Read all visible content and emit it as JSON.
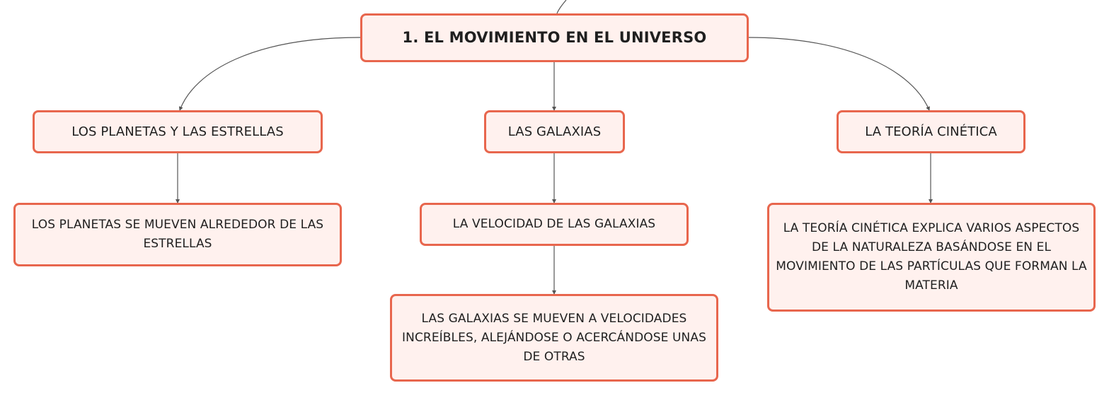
{
  "diagram": {
    "colors": {
      "node_border": "#e8664d",
      "node_fill": "#fff1ee",
      "connector": "#555555",
      "text": "#1f1f1f"
    },
    "root": {
      "label": "1. EL MOVIMIENTO EN EL UNIVERSO"
    },
    "branches": [
      {
        "label": "LOS PLANETAS Y LAS ESTRELLAS",
        "children": [
          {
            "label": "LOS PLANETAS SE MUEVEN ALREDEDOR DE LAS ESTRELLAS"
          }
        ]
      },
      {
        "label": "LAS GALAXIAS",
        "children": [
          {
            "label": "LA VELOCIDAD DE LAS GALAXIAS",
            "children": [
              {
                "label": "LAS GALAXIAS SE MUEVEN A VELOCIDADES INCREÍBLES, ALEJÁNDOSE O ACERCÁNDOSE UNAS DE OTRAS"
              }
            ]
          }
        ]
      },
      {
        "label": "LA TEORÍA CINÉTICA",
        "children": [
          {
            "label": "LA TEORÍA CINÉTICA EXPLICA VARIOS ASPECTOS DE LA NATURALEZA BASÁNDOSE EN EL MOVIMIENTO DE LAS PARTÍCULAS QUE FORMAN LA MATERIA"
          }
        ]
      }
    ]
  }
}
